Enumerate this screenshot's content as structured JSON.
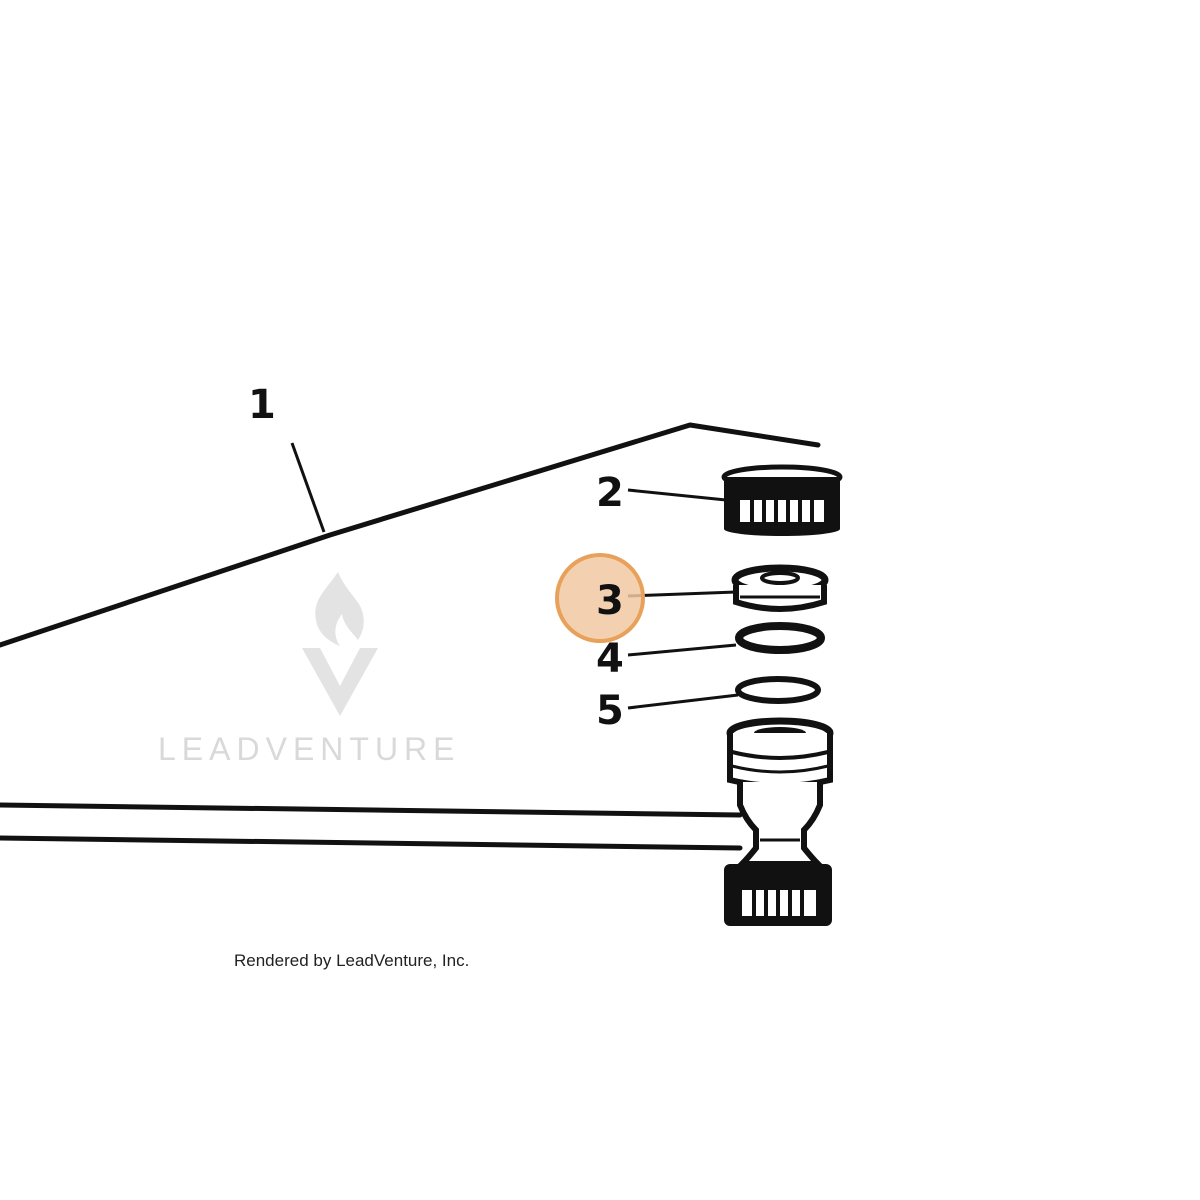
{
  "callouts": [
    {
      "label": "1"
    },
    {
      "label": "2"
    },
    {
      "label": "3"
    },
    {
      "label": "4"
    },
    {
      "label": "5"
    }
  ],
  "highlight": {
    "label": "3",
    "color": "#e8a15a",
    "fill": "#f1c9a2"
  },
  "watermark": {
    "text": "LEADVENTURE",
    "color": "#d9d9d9"
  },
  "caption": "Rendered by LeadVenture, Inc."
}
